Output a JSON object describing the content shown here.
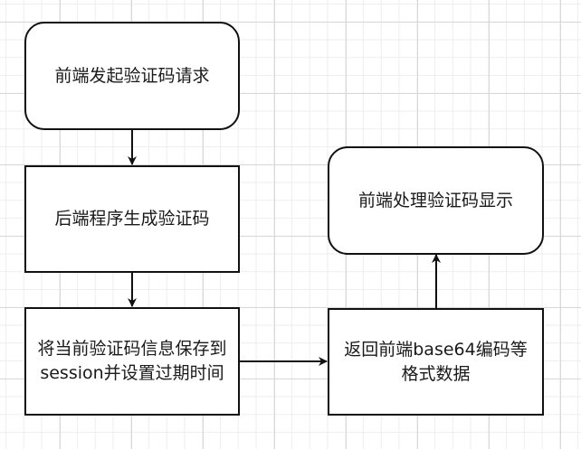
{
  "diagram": {
    "type": "flowchart",
    "nodes": [
      {
        "id": "n1",
        "label": "前端发起验证码请求",
        "shape": "rounded"
      },
      {
        "id": "n2",
        "label": "后端程序生成验证码",
        "shape": "rect"
      },
      {
        "id": "n3",
        "label": "将当前验证码信息保存到session并设置过期时间",
        "shape": "rect"
      },
      {
        "id": "n4",
        "label": "返回前端base64编码等格式数据",
        "shape": "rect"
      },
      {
        "id": "n5",
        "label": "前端处理验证码显示",
        "shape": "rounded"
      }
    ],
    "edges": [
      {
        "from": "n1",
        "to": "n2"
      },
      {
        "from": "n2",
        "to": "n3"
      },
      {
        "from": "n3",
        "to": "n4"
      },
      {
        "from": "n4",
        "to": "n5"
      }
    ],
    "colors": {
      "stroke": "#111111",
      "fill": "#ffffff",
      "grid": "#d8d8d8"
    }
  }
}
